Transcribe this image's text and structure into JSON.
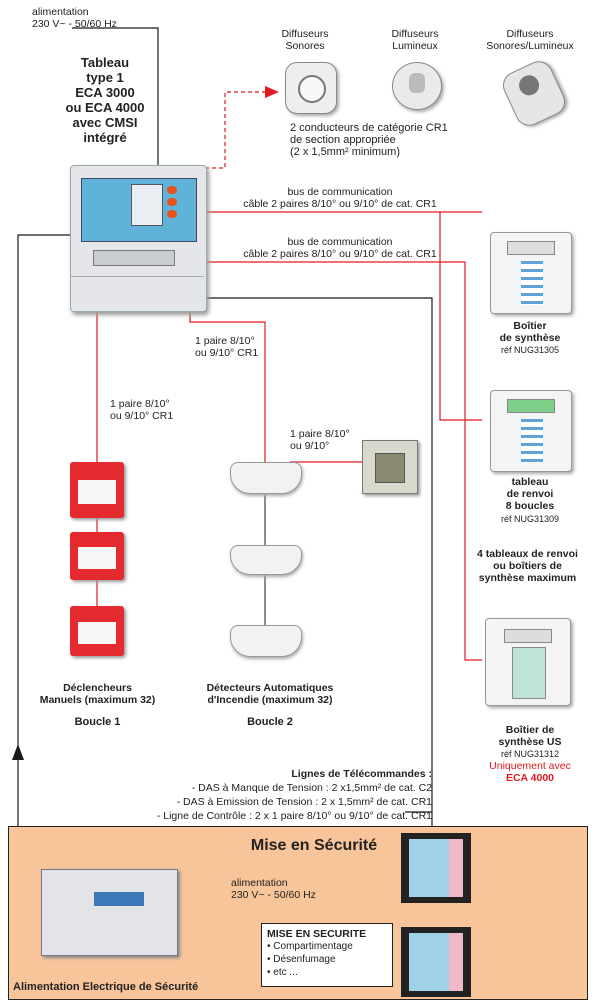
{
  "power_top": {
    "line1": "alimentation",
    "line2": "230 V~ - 50/60 Hz"
  },
  "panel": {
    "lines": [
      "Tableau",
      "type 1",
      "ECA 3000",
      "ou ECA 4000",
      "avec CMSI",
      "intégré"
    ]
  },
  "diffusers": [
    {
      "line1": "Diffuseurs",
      "line2": "Sonores"
    },
    {
      "line1": "Diffuseurs",
      "line2": "Lumineux"
    },
    {
      "line1": "Diffuseurs",
      "line2": "Sonores/Lumineux"
    }
  ],
  "diffuser_cable": {
    "line1": "2 conducteurs de catégorie CR1",
    "line2": "de section appropriée",
    "line3": "(2 x 1,5mm² minimum)"
  },
  "bus1": {
    "line1": "bus de communication",
    "line2": "câble 2 paires 8/10° ou 9/10° de cat. CR1"
  },
  "bus2": {
    "line1": "bus de communication",
    "line2": "câble 2 paires 8/10° ou 9/10° de cat. CR1"
  },
  "synth_box": {
    "line1": "Boîtier",
    "line2": "de synthèse",
    "ref": "réf NUG31305"
  },
  "renvoi_box": {
    "line1": "tableau",
    "line2": "de renvoi",
    "line3": "8 boucles",
    "ref": "réf NUG31309"
  },
  "max_note": {
    "line1": "4 tableaux de renvoi",
    "line2": "ou boîtiers de",
    "line3": "synthèse maximum"
  },
  "us_box": {
    "line1": "Boîtier de",
    "line2": "synthèse US",
    "ref": "réf NUG31312",
    "note1": "Uniquement avec",
    "note2": "ECA 4000"
  },
  "pair_loop1": {
    "line1": "1 paire 8/10°",
    "line2": "ou 9/10° CR1"
  },
  "pair_loop2": {
    "line1": "1 paire 8/10°",
    "line2": "ou 9/10° CR1"
  },
  "pair_indicator": {
    "line1": "1 paire 8/10°",
    "line2": "ou 9/10°"
  },
  "manual_label": {
    "line1": "Déclencheurs",
    "line2": "Manuels (maximum 32)",
    "loop": "Boucle 1"
  },
  "auto_label": {
    "line1": "Détecteurs Automatiques",
    "line2": "d'Incendie (maximum 32)",
    "loop": "Boucle 2"
  },
  "telecommand": {
    "title": "Lignes de Télécommandes :",
    "l1": "- DAS à Manque de Tension : 2 x1,5mm² de cat. C2",
    "l2": "- DAS à Emission de Tension : 2 x 1,5mm² de cat. CR1",
    "l3": "- Ligne de Contrôle : 2 x 1 paire 8/10° ou 9/10° de cat. CR1"
  },
  "security": {
    "title": "Mise en Sécurité",
    "power1": "alimentation",
    "power2": "230 V~ - 50/60 Hz",
    "box_title": "MISE EN SECURITE",
    "items": [
      "• Compartimentage",
      "• Désenfumage",
      "• etc ..."
    ],
    "footer": "Alimentation Electrique de Sécurité"
  },
  "colors": {
    "wire_red": "#e01a22",
    "wire_black": "#1a1a1a",
    "zone_bg": "#f8c49a",
    "panel_blue": "#5fb3d8"
  }
}
